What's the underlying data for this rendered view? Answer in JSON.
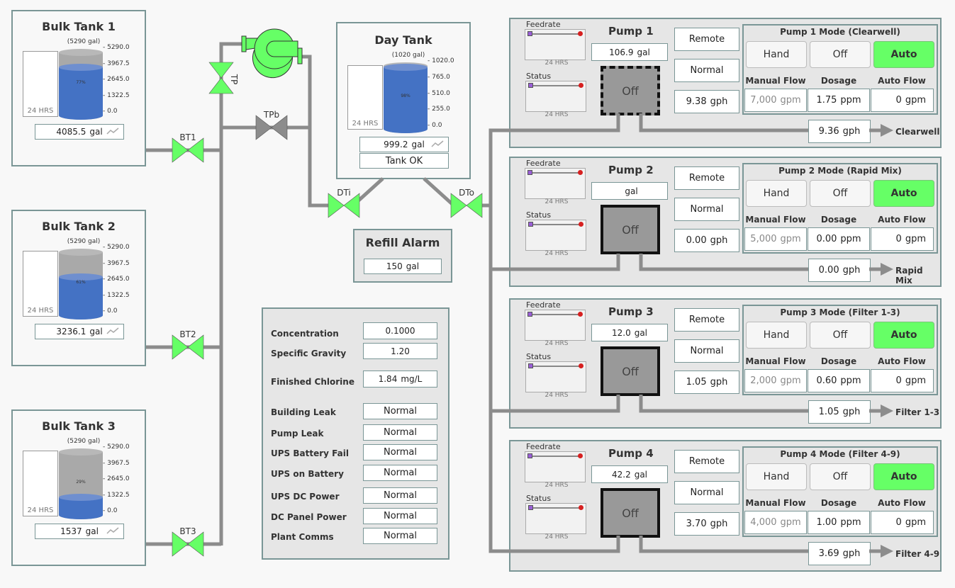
{
  "bulk_tanks": [
    {
      "title": "Bulk Tank 1",
      "capacity_label": "(5290 gal)",
      "scale": [
        "5290.0",
        "3967.5",
        "2645.0",
        "1322.5",
        "0.0"
      ],
      "level_fraction": 0.77,
      "percent_label": "77%",
      "trend_label": "24 HRS",
      "value": "4085.5",
      "unit": "gal"
    },
    {
      "title": "Bulk Tank 2",
      "capacity_label": "(5290 gal)",
      "scale": [
        "5290.0",
        "3967.5",
        "2645.0",
        "1322.5",
        "0.0"
      ],
      "level_fraction": 0.61,
      "percent_label": "61%",
      "trend_label": "24 HRS",
      "value": "3236.1",
      "unit": "gal"
    },
    {
      "title": "Bulk Tank 3",
      "capacity_label": "(5290 gal)",
      "scale": [
        "5290.0",
        "3967.5",
        "2645.0",
        "1322.5",
        "0.0"
      ],
      "level_fraction": 0.29,
      "percent_label": "29%",
      "trend_label": "24 HRS",
      "value": "1537",
      "unit": "gal"
    }
  ],
  "day_tank": {
    "title": "Day Tank",
    "capacity_label": "(1020 gal)",
    "scale": [
      "1020.0",
      "765.0",
      "510.0",
      "255.0",
      "0.0"
    ],
    "level_fraction": 0.98,
    "percent_label": "98%",
    "trend_label": "24 HRS",
    "value": "999.2",
    "unit": "gal",
    "status": "Tank OK"
  },
  "valves": {
    "bt1": "BT1",
    "bt2": "BT2",
    "bt3": "BT3",
    "tp": "TP",
    "tpb": "TPb",
    "dti": "DTi",
    "dto": "DTo"
  },
  "valve_states": {
    "bt1": "open",
    "bt2": "open",
    "bt3": "open",
    "tp": "open",
    "tpb": "closed",
    "dti": "open",
    "dto": "open"
  },
  "colors": {
    "open": "#66ff66",
    "closed": "#8c8c8c",
    "pipe": "#8c8c8c",
    "tank_fill": "#4472c4",
    "auto_active": "#66ff66",
    "panel_border": "#7a9696"
  },
  "refill_alarm": {
    "title": "Refill Alarm",
    "value": "150",
    "unit": "gal"
  },
  "status_panel": {
    "concentration": {
      "label": "Concentration",
      "value": "0.1000"
    },
    "specific_gravity": {
      "label": "Specific Gravity",
      "value": "1.20"
    },
    "finished_chlorine": {
      "label": "Finished Chlorine",
      "value": "1.84",
      "unit": "mg/L"
    },
    "alarms": [
      {
        "label": "Building Leak",
        "value": "Normal"
      },
      {
        "label": "Pump Leak",
        "value": "Normal"
      },
      {
        "label": "UPS Battery Fail",
        "value": "Normal"
      },
      {
        "label": "UPS on Battery",
        "value": "Normal"
      },
      {
        "label": "UPS DC Power",
        "value": "Normal"
      },
      {
        "label": "DC Panel Power",
        "value": "Normal"
      },
      {
        "label": "Plant Comms",
        "value": "Normal"
      }
    ]
  },
  "pumps": [
    {
      "title": "Pump 1",
      "feedrate_label": "Feedrate",
      "status_label": "Status",
      "trend_label": "24 HRS",
      "volume": "106.9",
      "volume_unit": "gal",
      "state": "Off",
      "remote": "Remote",
      "condition": "Normal",
      "rate": "9.38",
      "rate_unit": "gph",
      "mode_title": "Pump 1 Mode (Clearwell)",
      "modes": [
        "Hand",
        "Off",
        "Auto"
      ],
      "active_mode": "Auto",
      "col_labels": [
        "Manual Flow",
        "Dosage",
        "Auto Flow"
      ],
      "manual_flow": "7,000",
      "manual_unit": "gpm",
      "dosage": "1.75",
      "dosage_unit": "ppm",
      "auto_flow": "0",
      "auto_unit": "gpm",
      "out_rate": "9.36",
      "out_unit": "gph",
      "destination": "Clearwell"
    },
    {
      "title": "Pump 2",
      "feedrate_label": "Feedrate",
      "status_label": "Status",
      "trend_label": "24 HRS",
      "volume": "",
      "volume_unit": "gal",
      "state": "Off",
      "remote": "Remote",
      "condition": "Normal",
      "rate": "0.00",
      "rate_unit": "gph",
      "mode_title": "Pump 2 Mode (Rapid Mix)",
      "modes": [
        "Hand",
        "Off",
        "Auto"
      ],
      "active_mode": "Auto",
      "col_labels": [
        "Manual Flow",
        "Dosage",
        "Auto Flow"
      ],
      "manual_flow": "5,000",
      "manual_unit": "gpm",
      "dosage": "0.00",
      "dosage_unit": "ppm",
      "auto_flow": "0",
      "auto_unit": "gpm",
      "out_rate": "0.00",
      "out_unit": "gph",
      "destination": "Rapid Mix"
    },
    {
      "title": "Pump 3",
      "feedrate_label": "Feedrate",
      "status_label": "Status",
      "trend_label": "24 HRS",
      "volume": "12.0",
      "volume_unit": "gal",
      "state": "Off",
      "remote": "Remote",
      "condition": "Normal",
      "rate": "1.05",
      "rate_unit": "gph",
      "mode_title": "Pump 3 Mode (Filter 1-3)",
      "modes": [
        "Hand",
        "Off",
        "Auto"
      ],
      "active_mode": "Auto",
      "col_labels": [
        "Manual Flow",
        "Dosage",
        "Auto Flow"
      ],
      "manual_flow": "2,000",
      "manual_unit": "gpm",
      "dosage": "0.60",
      "dosage_unit": "ppm",
      "auto_flow": "0",
      "auto_unit": "gpm",
      "out_rate": "1.05",
      "out_unit": "gph",
      "destination": "Filter 1-3"
    },
    {
      "title": "Pump 4",
      "feedrate_label": "Feedrate",
      "status_label": "Status",
      "trend_label": "24 HRS",
      "volume": "42.2",
      "volume_unit": "gal",
      "state": "Off",
      "remote": "Remote",
      "condition": "Normal",
      "rate": "3.70",
      "rate_unit": "gph",
      "mode_title": "Pump 4 Mode (Filter 4-9)",
      "modes": [
        "Hand",
        "Off",
        "Auto"
      ],
      "active_mode": "Auto",
      "col_labels": [
        "Manual Flow",
        "Dosage",
        "Auto Flow"
      ],
      "manual_flow": "4,000",
      "manual_unit": "gpm",
      "dosage": "1.00",
      "dosage_unit": "ppm",
      "auto_flow": "0",
      "auto_unit": "gpm",
      "out_rate": "3.69",
      "out_unit": "gph",
      "destination": "Filter 4-9"
    }
  ]
}
